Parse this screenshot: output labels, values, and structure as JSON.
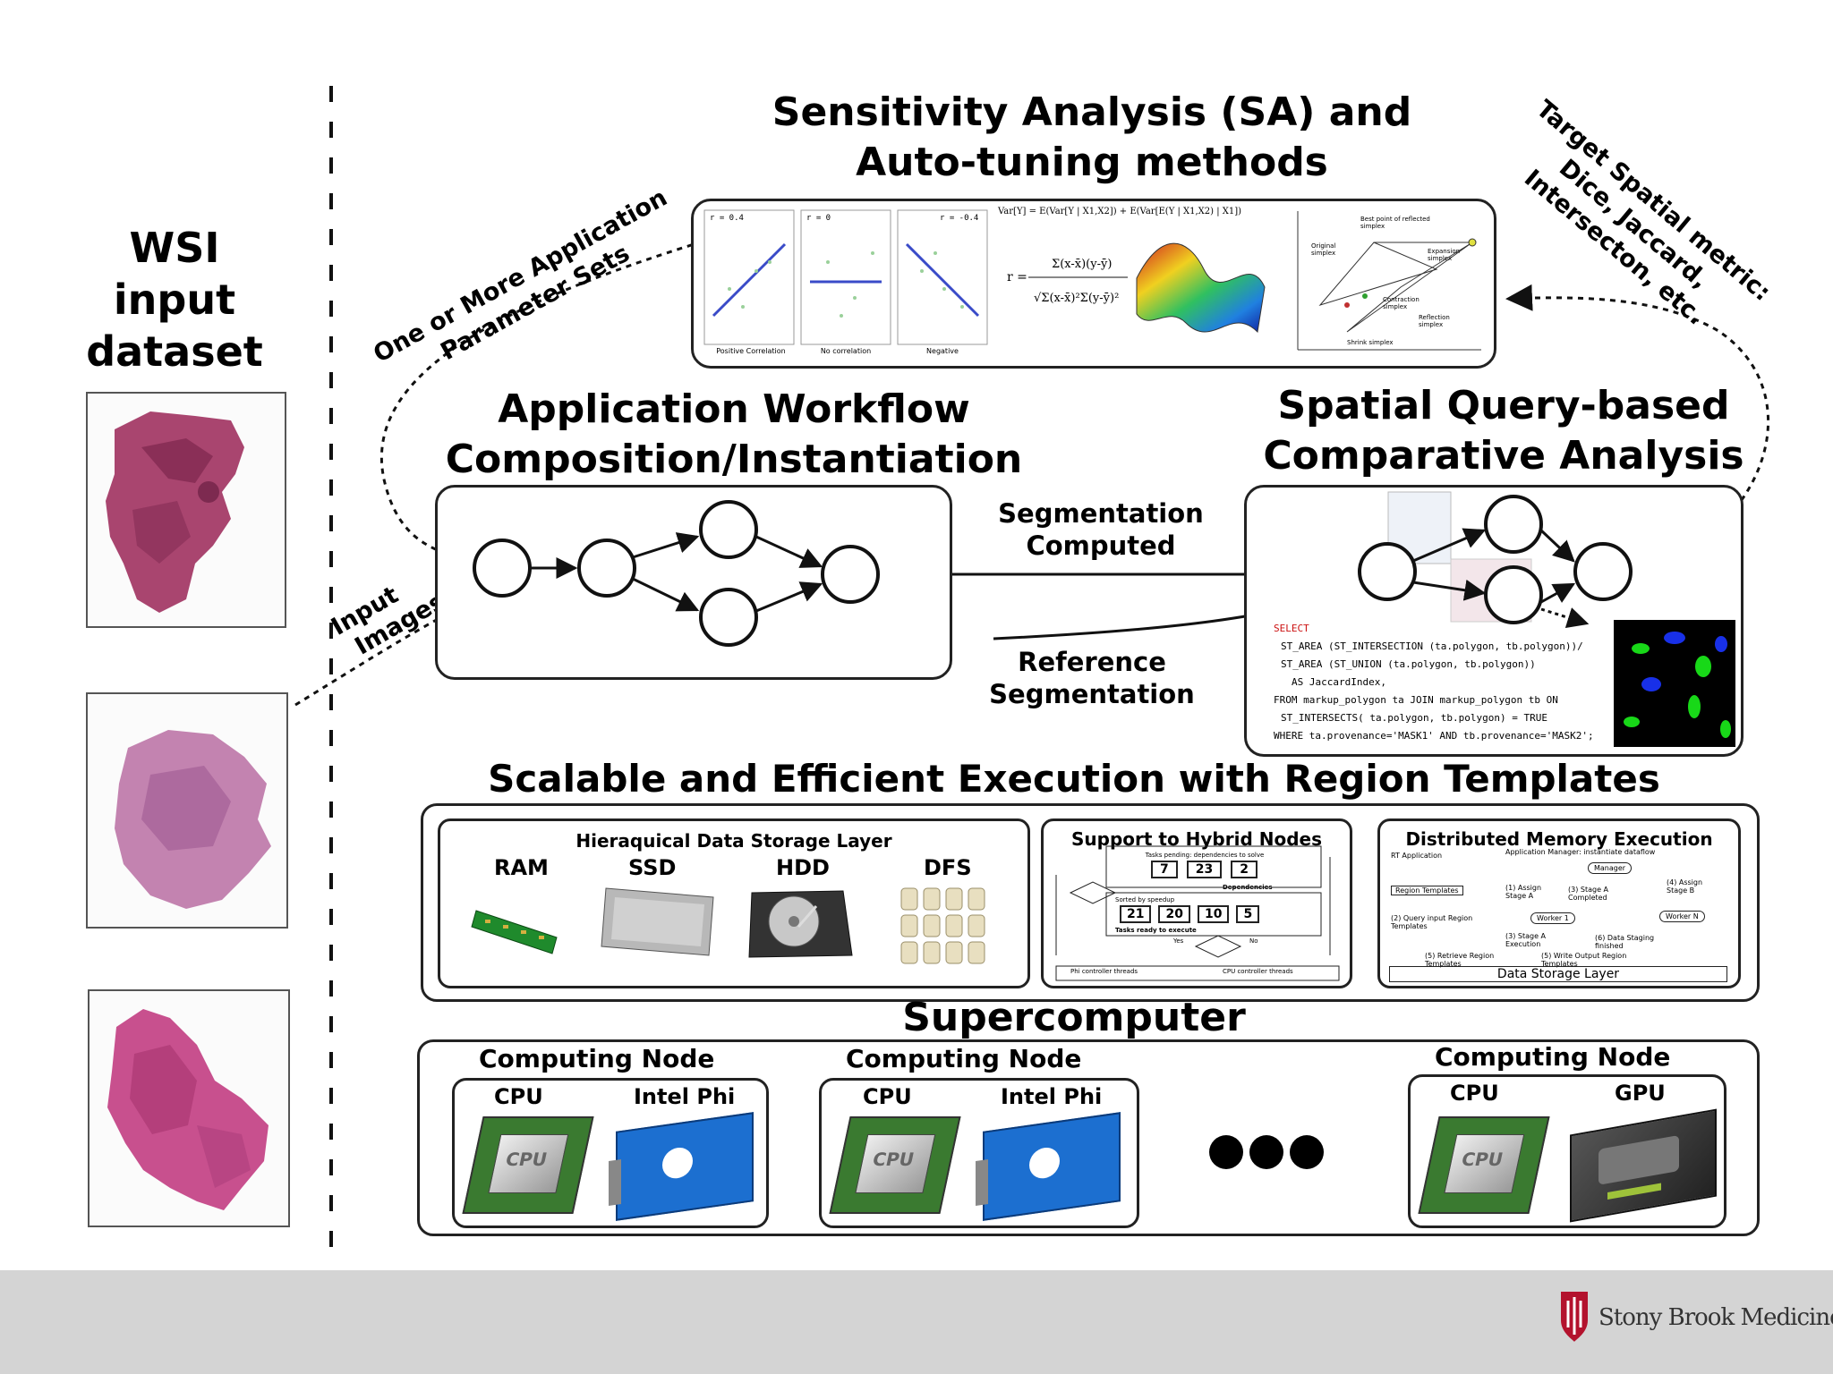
{
  "wsi": {
    "title_lines": [
      "WSI",
      "input",
      "dataset"
    ]
  },
  "sa": {
    "title_lines": [
      "Sensitivity Analysis (SA) and",
      "Auto-tuning methods"
    ],
    "correlation_labels": [
      "Positive Correlation",
      "No correlation",
      "Negative"
    ],
    "corr_values": [
      "r = 0.4",
      "r = 0",
      "r = -0.4"
    ],
    "variance_formula": "Var[Y] = E(Var[Y | X1,X2]) + E(Var[E(Y | X1,X2) | X1])",
    "simplex_labels": [
      "Original simplex",
      "Best point of reflected simplex",
      "Expansion simplex",
      "Reflection simplex",
      "Contraction simplex",
      "Shrink simplex"
    ]
  },
  "arrows": {
    "param_sets_lines": [
      "One or More Application",
      "Parameter Sets"
    ],
    "target_metric_lines": [
      "Target Spatial metric:",
      "Dice, Jaccard,",
      "Intersecton, etc."
    ],
    "input_images_lines": [
      "Input",
      "Images"
    ]
  },
  "workflow": {
    "title_lines": [
      "Application Workflow",
      "Composition/Instantiation"
    ]
  },
  "seg_computed_lines": [
    "Segmentation",
    "Computed"
  ],
  "reference_lines": [
    "Reference",
    "Segmentation"
  ],
  "spatial": {
    "title_lines": [
      "Spatial Query-based",
      "Comparative Analysis"
    ],
    "sql_lines": [
      "SELECT",
      "ST_AREA (ST_INTERSECTION (ta.polygon, tb.polygon))/",
      "ST_AREA (ST_UNION (ta.polygon, tb.polygon))",
      "AS JaccardIndex,",
      "FROM markup_polygon ta JOIN markup_polygon tb ON",
      "ST_INTERSECTS( ta.polygon, tb.polygon) = TRUE",
      "WHERE ta.provenance='MASK1' AND tb.provenance='MASK2';"
    ]
  },
  "scalable": {
    "title": "Scalable and Efficient Execution with Region Templates",
    "storage": {
      "title": "Hieraquical Data Storage Layer",
      "layers": [
        "RAM",
        "SSD",
        "HDD",
        "DFS"
      ]
    },
    "hybrid": {
      "title": "Support to Hybrid Nodes",
      "top_text": "Tasks pending: dependencies to solve",
      "top_values": [
        "7",
        "23",
        "2"
      ],
      "dep_label": "Dependencies",
      "mid_text": "Sorted by speedup",
      "mid_values": [
        "21",
        "20",
        "10",
        "5"
      ],
      "ready_text": "Tasks ready to execute",
      "decision_left": "Yes",
      "decision_right": "No",
      "bottom_labels": [
        "Phi controller threads",
        "CPU controller threads"
      ]
    },
    "distributed": {
      "title": "Distributed Memory Execution",
      "rt_app": "RT Application",
      "manager_text": "Application Manager: instantiate dataflow",
      "manager": "Manager",
      "region_templates": "Region Templates",
      "step1": "(1) Assign Stage A",
      "step3": "(3) Stage A Completed",
      "step4": "(4) Assign Stage B",
      "worker1": "Worker 1",
      "workerN": "Worker N",
      "step2": "(2) Query input Region Templates",
      "step3b": "(3) Stage A Execution",
      "step6": "(6) Data Staging finished",
      "step5": "(5) Retrieve Region Templates",
      "step5b": "(5) Write Output Region Templates",
      "storage_layer": "Data Storage Layer"
    }
  },
  "supercomputer": {
    "title": "Supercomputer",
    "nodes": [
      {
        "title": "Computing Node",
        "left": "CPU",
        "right": "Intel Phi"
      },
      {
        "title": "Computing Node",
        "left": "CPU",
        "right": "Intel Phi"
      },
      {
        "title": "Computing Node",
        "left": "CPU",
        "right": "GPU"
      }
    ],
    "chip_label": "CPU"
  },
  "footer": {
    "logo_text": "Stony Brook Medicine"
  },
  "colors": {
    "arrow": "#111111",
    "circle_stroke": "#111111",
    "footer_bg": "#d4d4d4",
    "logo_red": "#b3122d",
    "sql_red": "#cc1111"
  }
}
